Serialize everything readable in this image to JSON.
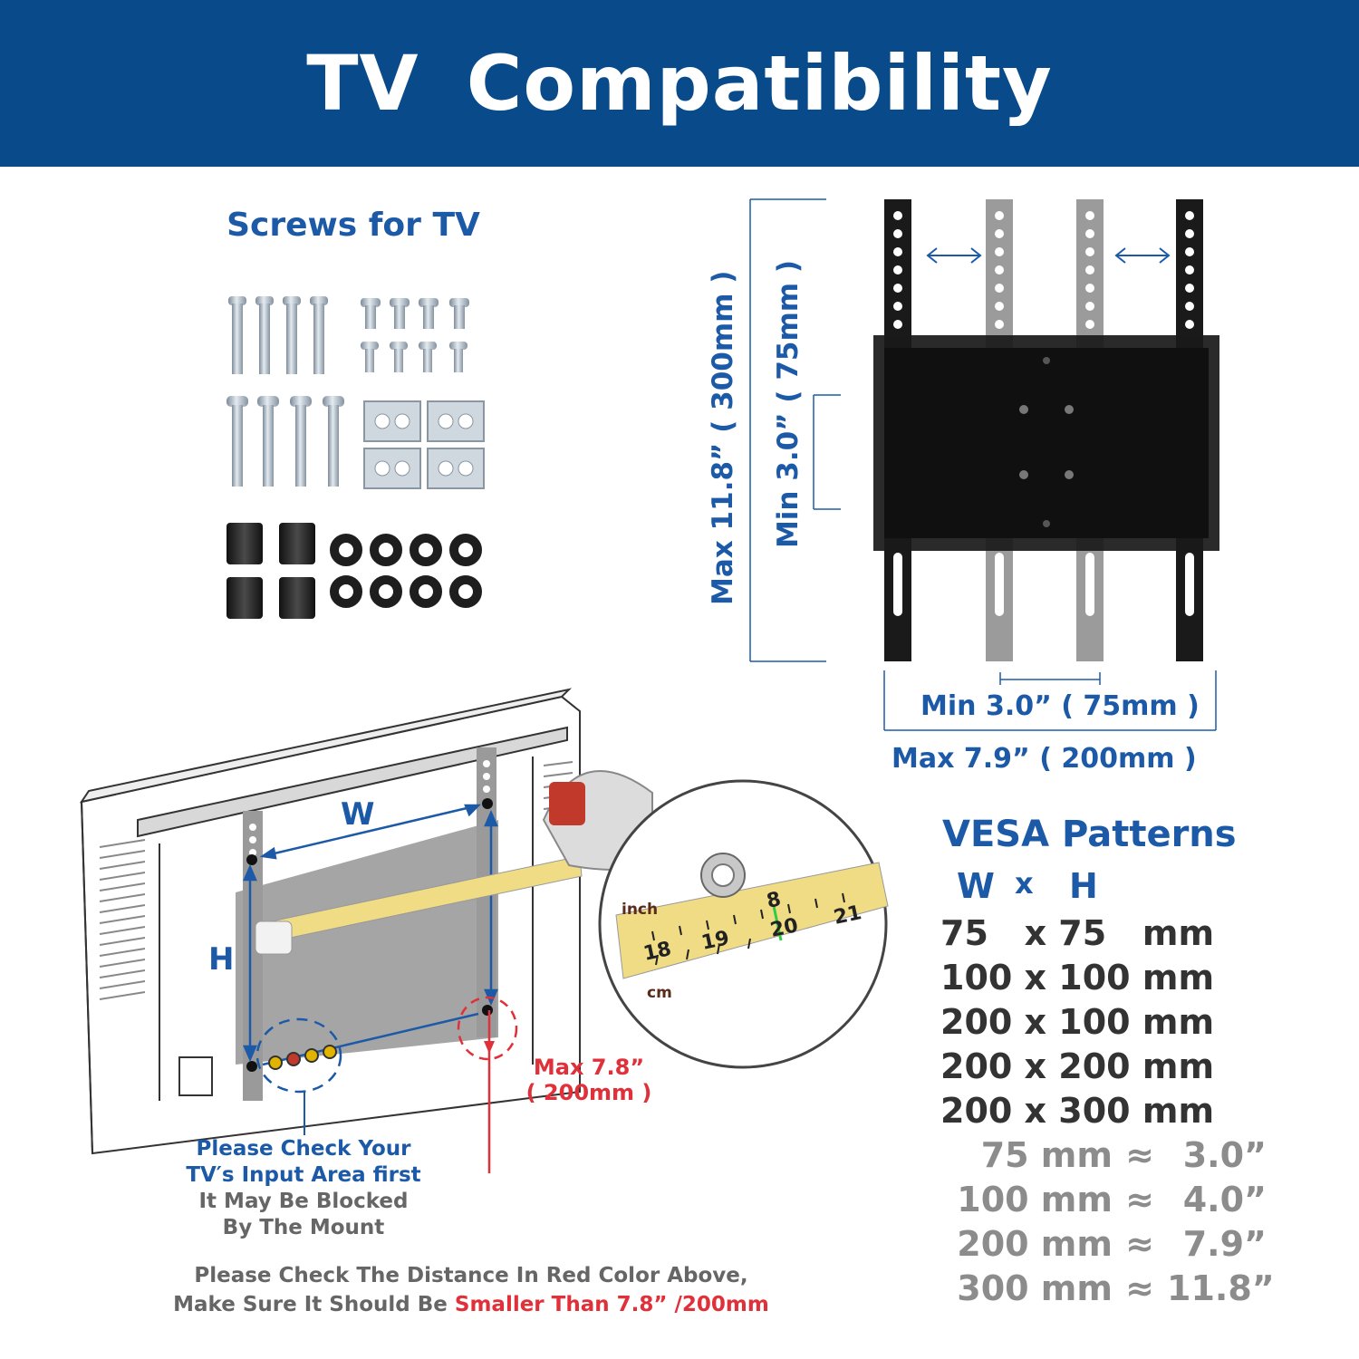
{
  "banner": {
    "title": "TV  Compatibility"
  },
  "screws": {
    "title": "Screws for TV"
  },
  "mount": {
    "height_max": "Max  11.8” ( 300mm )",
    "height_min": "Min  3.0” ( 75mm )",
    "width_min": "Min  3.0”  ( 75mm )",
    "width_max": "Max  7.9”  ( 200mm )"
  },
  "tv_diagram": {
    "w_label": "W",
    "h_label": "H",
    "inch_label": "inch",
    "cm_label": "cm",
    "red_max": "Max  7.8”",
    "red_mm": "( 200mm )",
    "tape_marks": [
      "8",
      "20",
      "21",
      "18",
      "19"
    ]
  },
  "check_note": {
    "line1": "Please Check Your",
    "line2": "TV′s Input Area first",
    "line3": "It May Be Blocked",
    "line4": "By The Mount"
  },
  "bottom_note": {
    "line1": "Please Check The Distance In Red Color Above,",
    "line2_prefix": "Make Sure It Should Be ",
    "line2_red": "Smaller Than 7.8” /200mm"
  },
  "vesa": {
    "title": "VESA Patterns",
    "head_w": "W",
    "head_x": "x",
    "head_h": "H",
    "patterns": [
      "75   x 75   mm",
      "100 x 100 mm",
      "200 x 100 mm",
      "200 x 200 mm",
      "200 x 300 mm"
    ],
    "conversions": [
      {
        "mm": "75 mm",
        "approx": "≈",
        "inch": "3.0”"
      },
      {
        "mm": "100 mm",
        "approx": "≈",
        "inch": "4.0”"
      },
      {
        "mm": "200 mm",
        "approx": "≈",
        "inch": "7.9”"
      },
      {
        "mm": "300 mm",
        "approx": "≈",
        "inch": "11.8”"
      }
    ]
  },
  "colors": {
    "banner": "#084a8a",
    "accent_blue": "#1c5aa8",
    "warning_red": "#e0303a",
    "text_dark": "#333333",
    "text_gray": "#8c8c8c"
  }
}
